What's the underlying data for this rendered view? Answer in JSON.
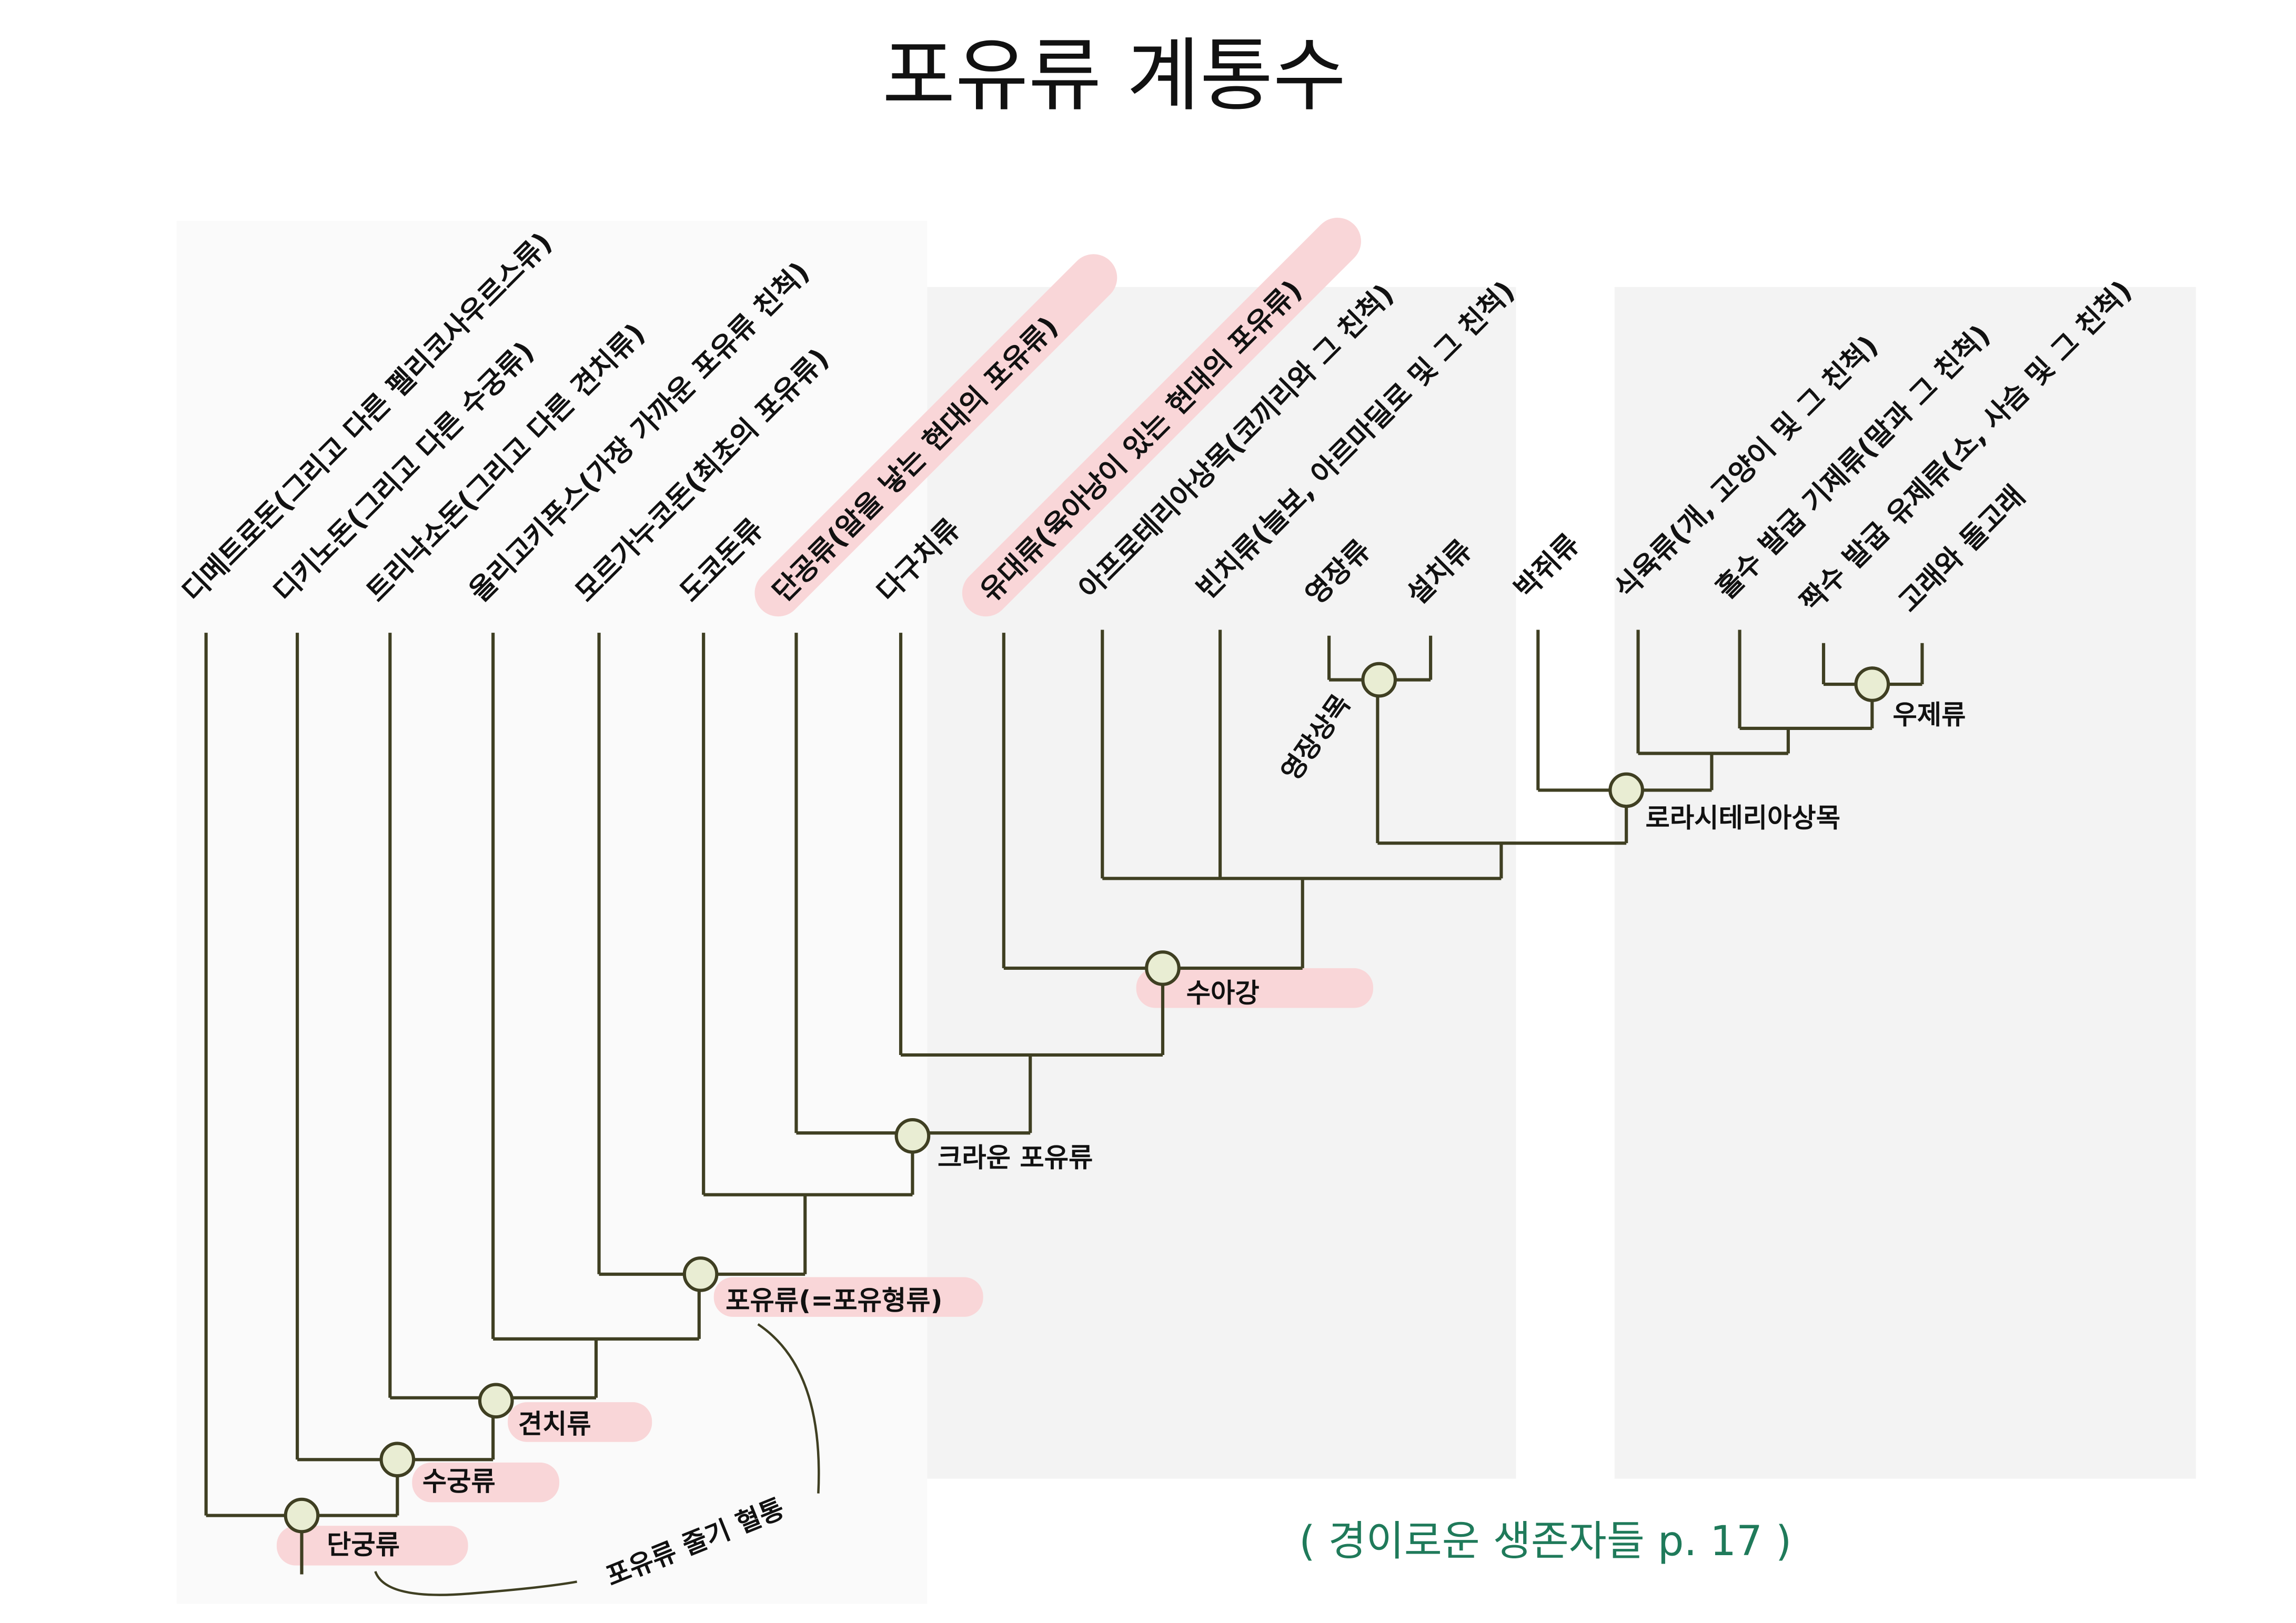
{
  "title": "포유류 계통수",
  "leaves": [
    {
      "id": "diametrodon",
      "label": "디메트로돈(그리고 다른 펠리코사우르스류)",
      "highlight": false
    },
    {
      "id": "dicynodon",
      "label": "디키노돈(그리고 다른 수궁류)",
      "highlight": false
    },
    {
      "id": "thrinaxodon",
      "label": "트리낙소돈(그리고 다른 견치류)",
      "highlight": false
    },
    {
      "id": "oligokyphus",
      "label": "올리고키푸스(가장 가까운 포유류 친척)",
      "highlight": false
    },
    {
      "id": "morganucodon",
      "label": "모르가누코돈(최초의 포유류)",
      "highlight": false
    },
    {
      "id": "docodonts",
      "label": "도코돈류",
      "highlight": false
    },
    {
      "id": "monotremes",
      "label": "단공류(알을 낳는 현대의 포유류)",
      "highlight": true
    },
    {
      "id": "multituberculates",
      "label": "다구치류",
      "highlight": false
    },
    {
      "id": "marsupials",
      "label": "유대류(육아낭이 있는 현대의 포유류)",
      "highlight": true
    },
    {
      "id": "afrotheria",
      "label": "아프로테리아상목(코끼리와 그 친척)",
      "highlight": false
    },
    {
      "id": "xenarthra",
      "label": "빈치류(늘보, 아르마딜로 및 그 친척)",
      "highlight": false
    },
    {
      "id": "primates",
      "label": "영장류",
      "highlight": false
    },
    {
      "id": "rodents",
      "label": "설치류",
      "highlight": false
    },
    {
      "id": "bats",
      "label": "박쥐류",
      "highlight": false
    },
    {
      "id": "carnivores",
      "label": "식육류(개, 고양이 및 그 친척)",
      "highlight": false
    },
    {
      "id": "perissodactyls",
      "label": "홀수 발굽 기제류(말과 그 친척)",
      "highlight": false
    },
    {
      "id": "artiodactyls",
      "label": "짝수 발굽 유제류(소, 사슴 및 그 친척)",
      "highlight": false
    },
    {
      "id": "whales",
      "label": "고래와 돌고래",
      "highlight": false
    }
  ],
  "nodes": [
    {
      "id": "synapsids",
      "label": "단궁류",
      "highlight": true
    },
    {
      "id": "therapsids",
      "label": "수궁류",
      "highlight": true
    },
    {
      "id": "cynodonts",
      "label": "견치류",
      "highlight": true
    },
    {
      "id": "mammaliaformes",
      "label": "포유류(=포유형류)",
      "highlight": true
    },
    {
      "id": "crown",
      "label": "크라운 포유류",
      "highlight": false
    },
    {
      "id": "theria",
      "label": "수아강",
      "highlight": true
    },
    {
      "id": "euarchontoglires",
      "label": "영장상목",
      "highlight": false
    },
    {
      "id": "laurasiatheria",
      "label": "로라시테리아상목",
      "highlight": false
    },
    {
      "id": "cetartiodactyla",
      "label": "우제류",
      "highlight": false
    }
  ],
  "annotation": "포유류 줄기 혈통",
  "citation": "( 경이로운 생존자들 p. 17 )",
  "colors": {
    "line": "#3f3f22",
    "node_fill": "#e9edd3",
    "highlight": "#f9d6d8",
    "citation": "#1f7a5a",
    "panel": "#f3f3f3"
  }
}
